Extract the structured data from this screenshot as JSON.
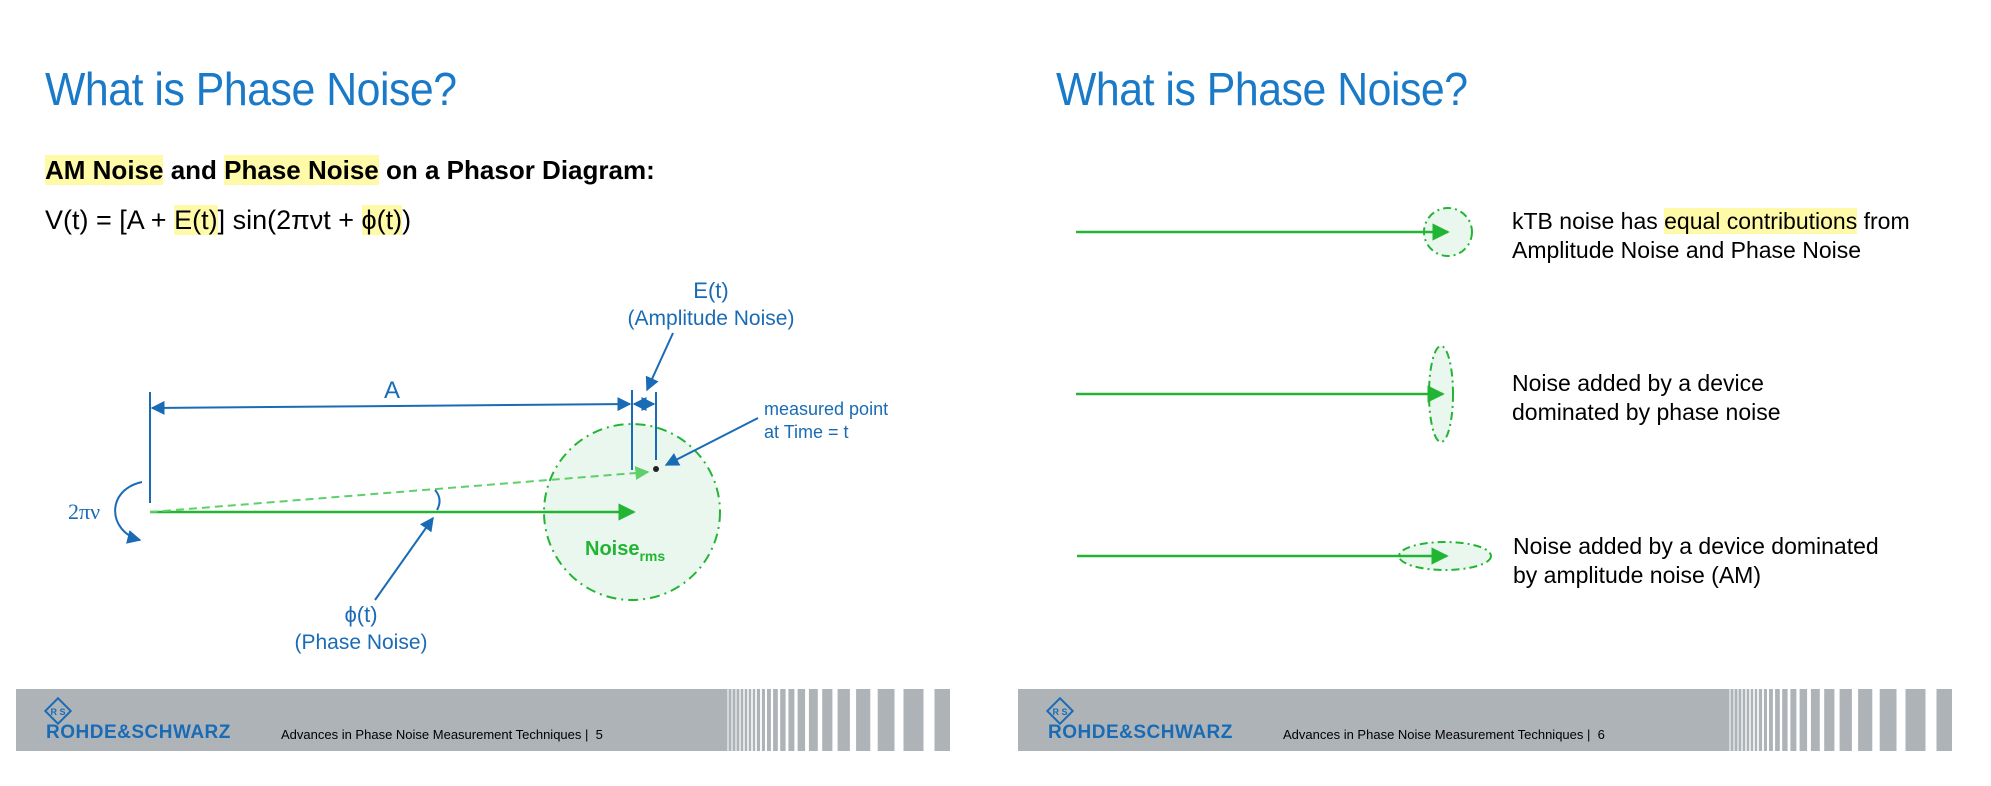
{
  "slide5": {
    "title": "What is Phase Noise?",
    "subtitle": {
      "am_noise": "AM Noise",
      "and": " and ",
      "phase_noise": "Phase Noise",
      "rest": " on a Phasor Diagram:"
    },
    "formula": {
      "part1": "V(t) = [A + ",
      "et": "E(t)",
      "part2": "] sin(2πνt + ",
      "phi": "ϕ(t)",
      "part3": ")"
    },
    "diagram": {
      "label_A": "A",
      "label_Et": "E(t)",
      "label_amplitude_noise": "(Amplitude Noise)",
      "label_measured_point_1": "measured point",
      "label_measured_point_2": "at Time = t",
      "label_2pinu": "2πν",
      "label_noise": "Noise",
      "label_noise_sub": "rms",
      "label_phi": "ϕ(t)",
      "label_phase_noise": "(Phase Noise)"
    },
    "footer": {
      "logo": "ROHDE&SCHWARZ",
      "text": "Advances in Phase Noise Measurement Techniques  |",
      "page": "5"
    }
  },
  "slide6": {
    "title": "What is Phase Noise?",
    "items": [
      {
        "line1_a": "kTB noise has ",
        "line1_highlight": "equal contributions",
        "line1_b": " from",
        "line2": "Amplitude Noise and Phase Noise"
      },
      {
        "line1": "Noise added by a device",
        "line2": "dominated by phase noise"
      },
      {
        "line1": "Noise added by a device dominated",
        "line2": "by amplitude noise (AM)"
      }
    ],
    "footer": {
      "logo": "ROHDE&SCHWARZ",
      "text": "Advances in Phase Noise Measurement Techniques  |",
      "page": "6"
    }
  },
  "colors": {
    "title_blue": "#1a7ac8",
    "diagram_blue": "#1a6bb5",
    "phasor_green": "#22b533",
    "noise_fill": "#eaf7ee",
    "highlight": "#fffaa8",
    "footer_gray": "#aeb3b8"
  }
}
